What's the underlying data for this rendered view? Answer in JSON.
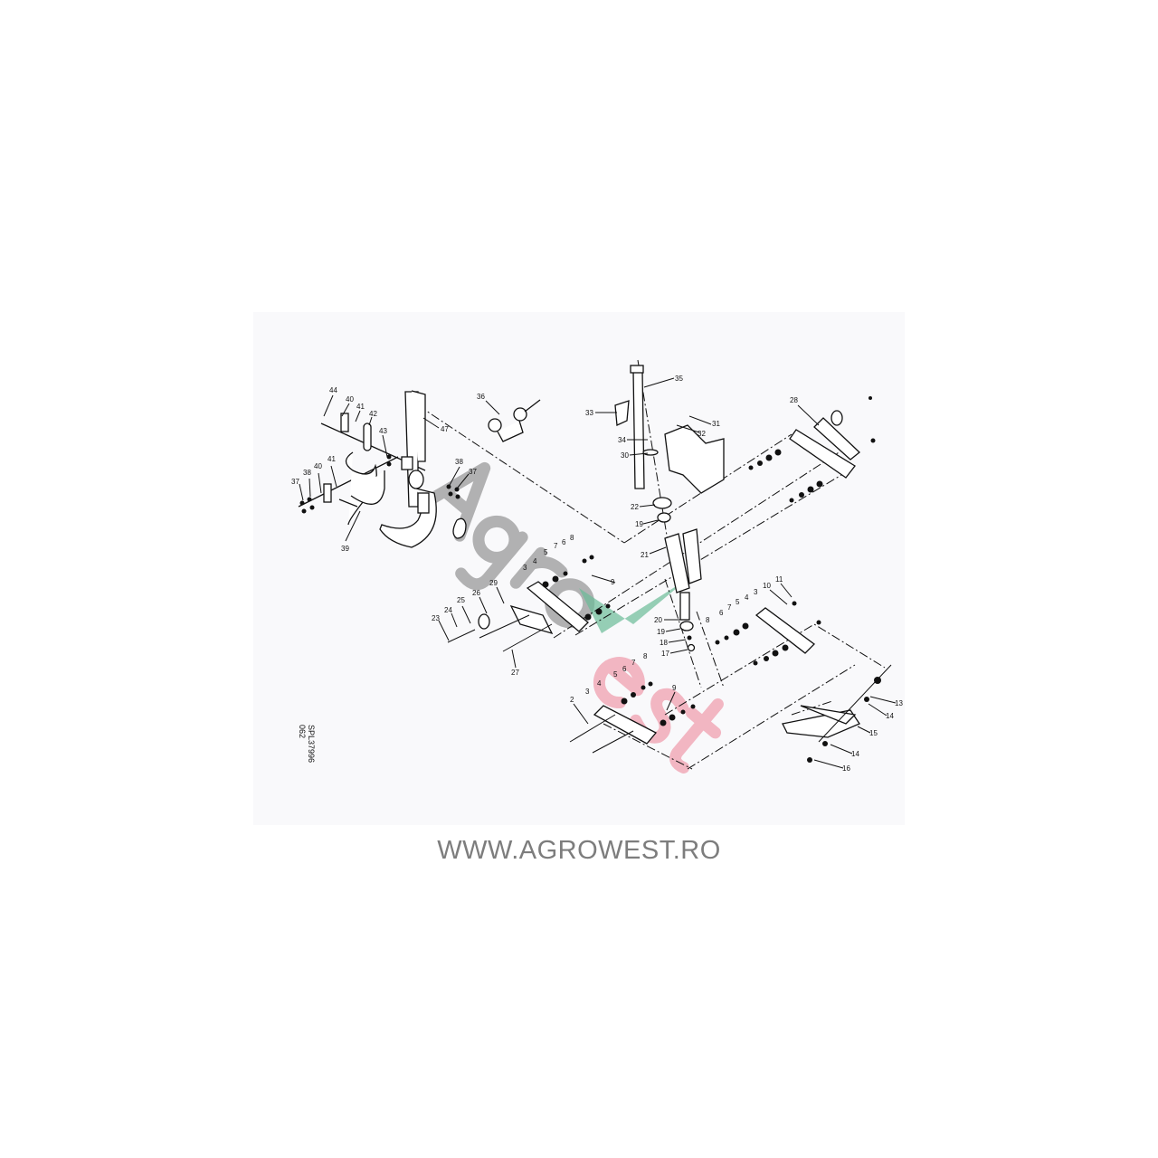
{
  "diagram": {
    "callouts": [
      "44",
      "40",
      "41",
      "42",
      "43",
      "47",
      "36",
      "38",
      "37",
      "37",
      "38",
      "40",
      "41",
      "39",
      "35",
      "33",
      "31",
      "32",
      "34",
      "30",
      "28",
      "22",
      "19",
      "21",
      "20",
      "19",
      "18",
      "17",
      "3",
      "4",
      "5",
      "7",
      "6",
      "8",
      "9",
      "29",
      "26",
      "25",
      "24",
      "23",
      "27",
      "8",
      "6",
      "7",
      "5",
      "4",
      "3",
      "10",
      "11",
      "8",
      "7",
      "6",
      "5",
      "4",
      "3",
      "2",
      "9",
      "13",
      "14",
      "15",
      "14",
      "16"
    ],
    "drawing_code_line1": "SPL37996",
    "drawing_code_line2": "062"
  },
  "watermark": {
    "text_gray": "Agro",
    "text_pink": "est",
    "colors": {
      "gray": "#9a9a9a",
      "green": "#2e9e6a",
      "pink": "#f0a0b0"
    }
  },
  "footer": {
    "website": "WWW.AGROWEST.RO"
  }
}
